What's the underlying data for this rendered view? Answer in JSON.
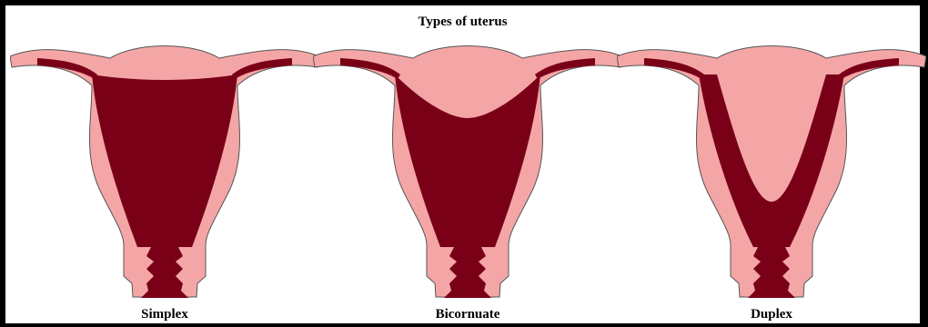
{
  "title": "Types of uterus",
  "colors": {
    "background": "#ffffff",
    "frame": "#000000",
    "tissue": "#f4a6a6",
    "cavity": "#7a0018",
    "outline": "#555555"
  },
  "uterus_types": [
    {
      "label": "Simplex",
      "cavity_shape": "single-triangular"
    },
    {
      "label": "Bicornuate",
      "cavity_shape": "arched-fundus"
    },
    {
      "label": "Duplex",
      "cavity_shape": "v-shaped"
    }
  ]
}
